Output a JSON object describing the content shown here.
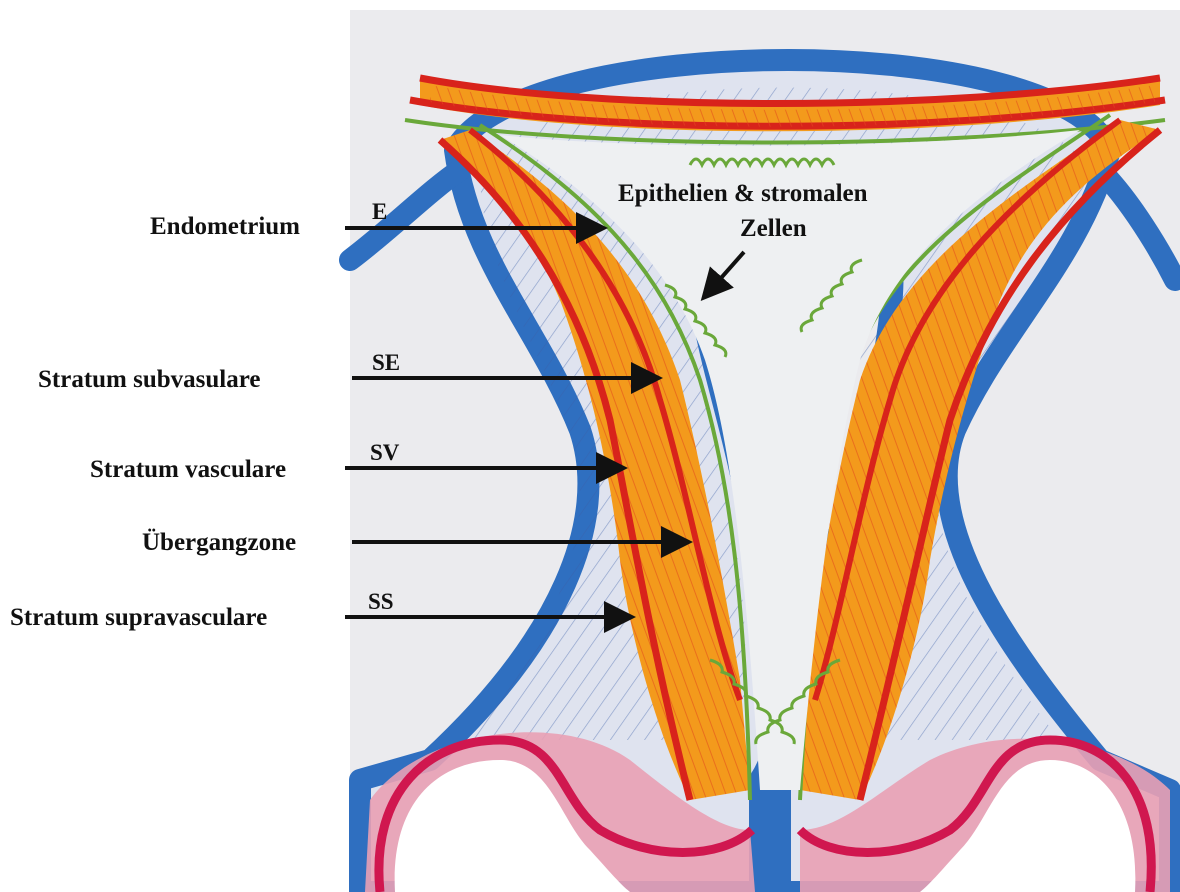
{
  "labels": {
    "endometrium": "Endometrium",
    "stratum_subvasulare": "Stratum subvasulare",
    "stratum_vasculare": "Stratum vasculare",
    "uebergangzone": "Übergangzone",
    "stratum_supravasculare": "Stratum supravasculare",
    "epithelien_line1": "Epithelien & stromalen",
    "epithelien_line2": "Zellen"
  },
  "abbreviations": {
    "e": "E",
    "se": "SE",
    "sv": "SV",
    "ss": "SS"
  },
  "colors": {
    "panel_bg": "#ebebee",
    "myometrium_blue": "#2f6fc0",
    "vascular_red": "#d8231b",
    "endometrium_orange": "#f39a1c",
    "epithelium_green": "#6aa83a",
    "cervix_magenta": "#d0174f"
  }
}
